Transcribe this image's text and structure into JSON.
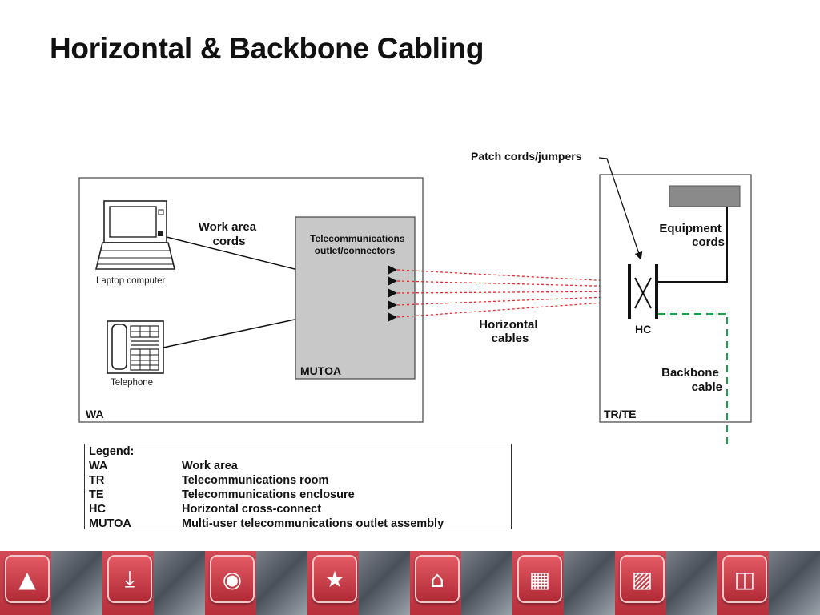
{
  "title": "Horizontal & Backbone Cabling",
  "labels": {
    "work_area_cords": [
      "Work area",
      "cords"
    ],
    "laptop": "Laptop computer",
    "telephone": "Telephone",
    "wa": "WA",
    "outlet": [
      "Telecommunications",
      "outlet/connectors"
    ],
    "mutoa": "MUTOA",
    "horizontal_cables": [
      "Horizontal",
      "cables"
    ],
    "patch_cords": "Patch cords/jumpers",
    "equipment_cords": [
      "Equipment",
      "cords"
    ],
    "hc": "HC",
    "backbone_cable": [
      "Backbone",
      "cable"
    ],
    "trte": "TR/TE"
  },
  "legend": {
    "title": "Legend:",
    "rows": [
      {
        "abbr": "WA",
        "desc": "Work area"
      },
      {
        "abbr": "TR",
        "desc": "Telecommunications room"
      },
      {
        "abbr": "TE",
        "desc": "Telecommunications enclosure"
      },
      {
        "abbr": "HC",
        "desc": "Horizontal cross-connect"
      },
      {
        "abbr": "MUTOA",
        "desc": "Multi-user telecommunications outlet assembly"
      }
    ]
  },
  "colors": {
    "horizontal_cable": "#e8282e",
    "backbone_cable": "#1aa24a",
    "mutoa_fill": "#c8c8c8",
    "equipment_fill": "#8a8a8a",
    "accent_red": "#c93440"
  },
  "footer_icons": [
    "triangle-logo-icon",
    "antenna-tower-icon",
    "hard-hat-icon",
    "star-badge-icon",
    "house-icon",
    "factory-icon",
    "padlock-icon",
    "building-icon"
  ]
}
